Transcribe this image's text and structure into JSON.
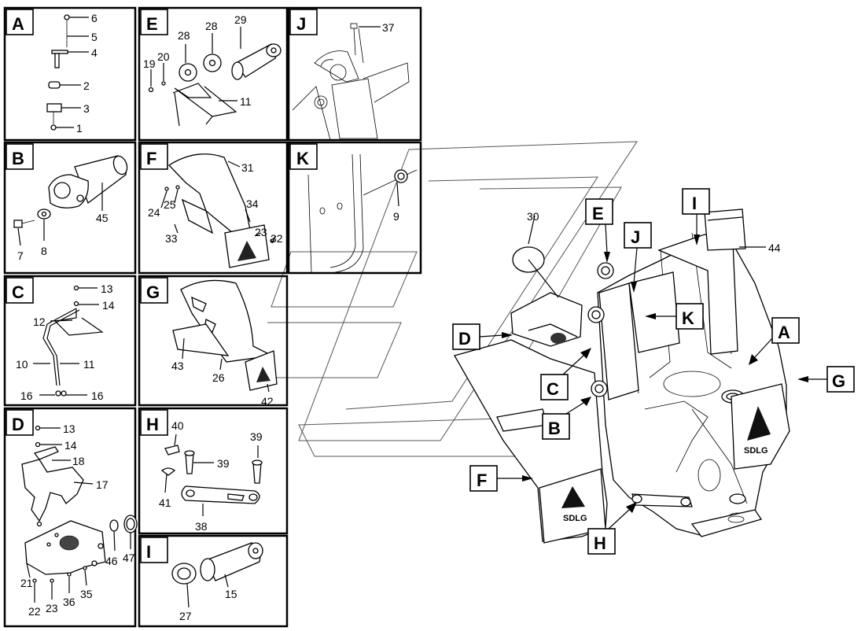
{
  "panels": [
    {
      "letter": "A",
      "parts": [
        "6",
        "5",
        "4",
        "2",
        "3",
        "1"
      ]
    },
    {
      "letter": "B",
      "parts": [
        "45",
        "7",
        "8"
      ]
    },
    {
      "letter": "C",
      "parts": [
        "13",
        "14",
        "12",
        "10",
        "11",
        "16",
        "16"
      ]
    },
    {
      "letter": "D",
      "parts": [
        "13",
        "14",
        "18",
        "17",
        "21",
        "22",
        "23",
        "36",
        "35",
        "46",
        "47"
      ]
    },
    {
      "letter": "E",
      "parts": [
        "29",
        "28",
        "28",
        "20",
        "19",
        "11"
      ]
    },
    {
      "letter": "F",
      "parts": [
        "31",
        "25",
        "24",
        "34",
        "33",
        "23",
        "32"
      ]
    },
    {
      "letter": "G",
      "parts": [
        "43",
        "26",
        "42"
      ]
    },
    {
      "letter": "H",
      "parts": [
        "40",
        "39",
        "39",
        "41",
        "38"
      ]
    },
    {
      "letter": "I",
      "parts": [
        "15",
        "27"
      ]
    },
    {
      "letter": "J",
      "parts": [
        "37"
      ]
    },
    {
      "letter": "K",
      "parts": [
        "9"
      ]
    }
  ],
  "main_view": {
    "callouts": [
      "E",
      "J",
      "I",
      "K",
      "D",
      "A",
      "G",
      "C",
      "B",
      "F",
      "H"
    ],
    "parts": [
      "30",
      "44"
    ],
    "decal_text": "SDLG"
  }
}
